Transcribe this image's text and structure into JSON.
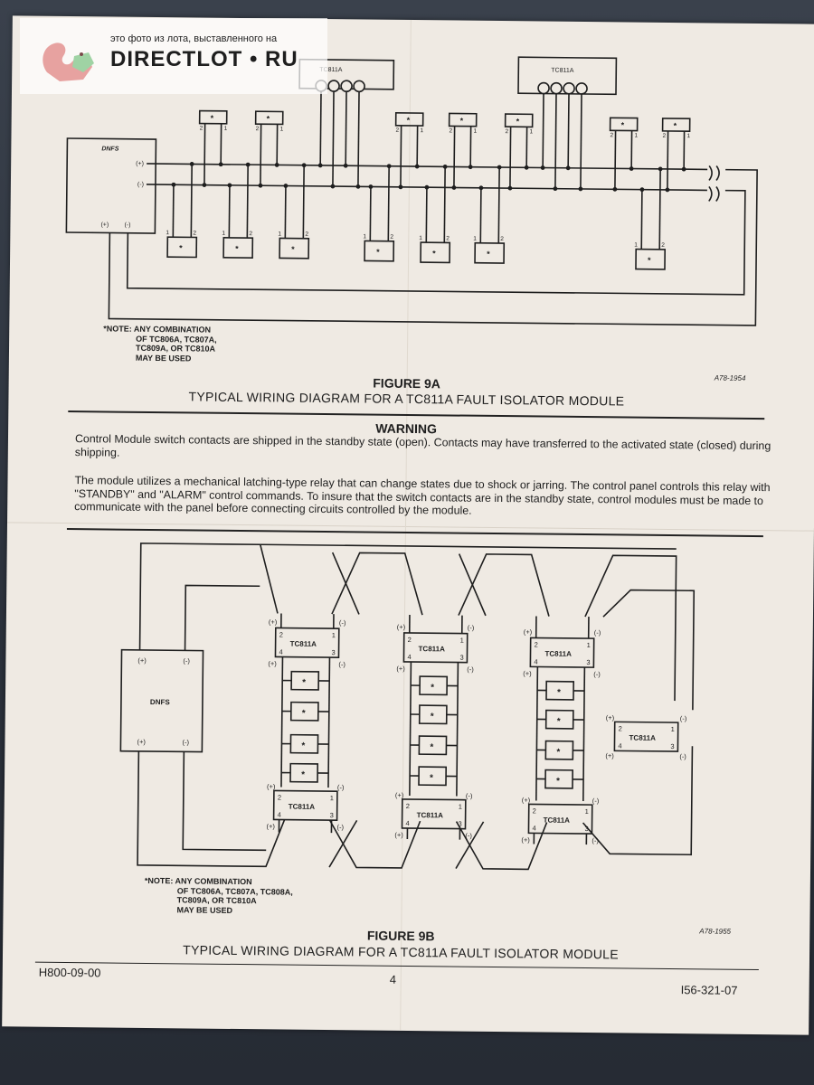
{
  "watermark": {
    "caption": "это фото из лота, выставленного на",
    "brand": "DIRECTLOT • RU"
  },
  "figure_9a": {
    "module_top_left": "TC811A",
    "module_top_right": "TC811A",
    "panel_label": "DNFS",
    "plus": "(+)",
    "minus": "(-)",
    "star": "*",
    "pin1": "1",
    "pin2": "2",
    "note_lines": [
      "*NOTE: ANY COMBINATION",
      "OF TC806A, TC807A,",
      "TC809A, OR TC810A",
      "MAY BE USED"
    ],
    "ref": "A78-1954",
    "title": "FIGURE 9A",
    "subtitle": "TYPICAL WIRING DIAGRAM FOR A TC811A FAULT ISOLATOR MODULE"
  },
  "warning": {
    "title": "WARNING",
    "para1": "Control Module switch contacts are shipped in the standby state (open). Contacts may have transferred to the activated state (closed) during shipping.",
    "para2": "The module utilizes a mechanical latching-type relay that can change states due to shock or jarring. The control panel controls this relay with \"STANDBY\" and \"ALARM\" control commands. To insure that the switch contacts are in the standby state, control modules must be made to communicate with the panel before connecting circuits controlled by the module."
  },
  "figure_9b": {
    "panel_label": "DNFS",
    "module_label": "TC811A",
    "plus": "(+)",
    "minus": "(-)",
    "star": "*",
    "pins": [
      "1",
      "2",
      "3",
      "4"
    ],
    "note_lines": [
      "*NOTE: ANY COMBINATION",
      "OF TC806A, TC807A, TC808A,",
      "TC809A, OR TC810A",
      "MAY BE USED"
    ],
    "ref": "A78-1955",
    "title": "FIGURE 9B",
    "subtitle": "TYPICAL WIRING DIAGRAM FOR A TC811A FAULT ISOLATOR MODULE"
  },
  "footer": {
    "left": "H800-09-00",
    "center": "4",
    "right": "I56-321-07"
  }
}
